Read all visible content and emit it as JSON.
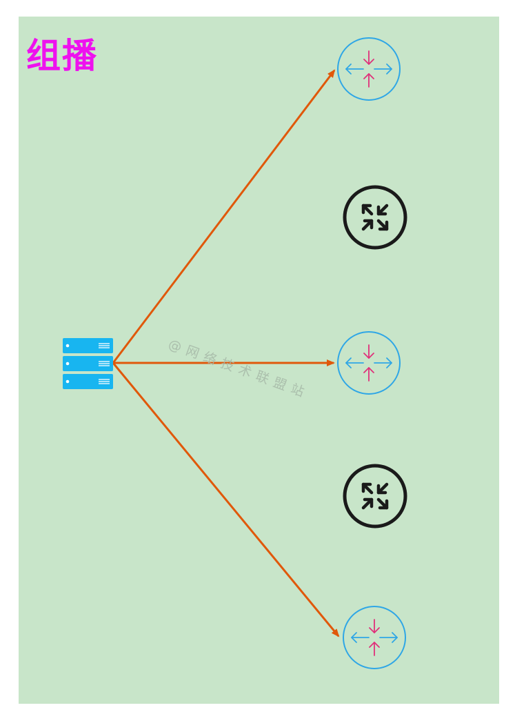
{
  "title": "组播",
  "watermark": "@网络技术联盟站",
  "colors": {
    "background": "#c8e5c9",
    "arrow": "#e0580a",
    "router_stroke": "#2ea6e6",
    "router_in": "#e0307a",
    "switch_stroke": "#1a1a1a",
    "server": "#18b5f0",
    "title": "#ee11ee"
  },
  "nodes": [
    {
      "id": "server",
      "type": "server-icon"
    },
    {
      "id": "router-top",
      "type": "router-icon"
    },
    {
      "id": "switch-1",
      "type": "switch-icon"
    },
    {
      "id": "router-middle",
      "type": "router-icon"
    },
    {
      "id": "switch-2",
      "type": "switch-icon"
    },
    {
      "id": "router-bottom",
      "type": "router-icon"
    }
  ],
  "edges": [
    {
      "from": "server",
      "to": "router-top"
    },
    {
      "from": "server",
      "to": "router-middle"
    },
    {
      "from": "server",
      "to": "router-bottom"
    }
  ]
}
